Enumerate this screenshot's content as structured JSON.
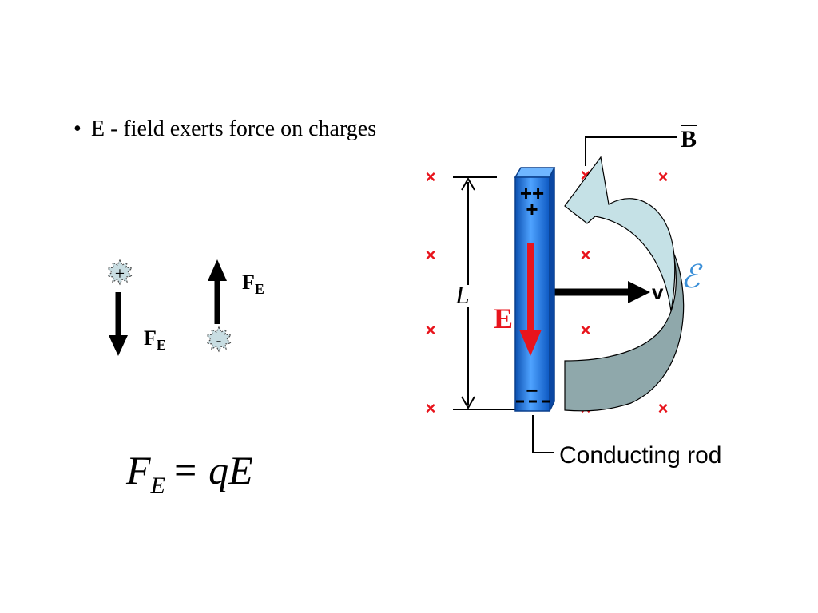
{
  "bullet": {
    "marker": "•",
    "text": "E - field exerts force on charges"
  },
  "charges": {
    "positive_sign": "+",
    "negative_sign": "-",
    "force_label_main": "F",
    "force_label_sub": "E"
  },
  "equation": {
    "lhs_main": "F",
    "lhs_sub": "E",
    "rhs": "= qE"
  },
  "diagram": {
    "b_label": "B",
    "length_label": "L",
    "e_label": "E",
    "v_label": "v",
    "emf_label": "ℰ",
    "rod_label": "Conducting rod",
    "rod_top_charges": "++ +",
    "rod_bottom_charges": "−",
    "field_marker": "×"
  },
  "colors": {
    "charge_fill": "#c8dde2",
    "rod_blue": "#1e6fd0",
    "field_red": "#e8141c",
    "emf_arrow_light": "#c5e1e6",
    "emf_arrow_dark": "#8fa8ab",
    "emf_symbol": "#3a8fd8"
  }
}
